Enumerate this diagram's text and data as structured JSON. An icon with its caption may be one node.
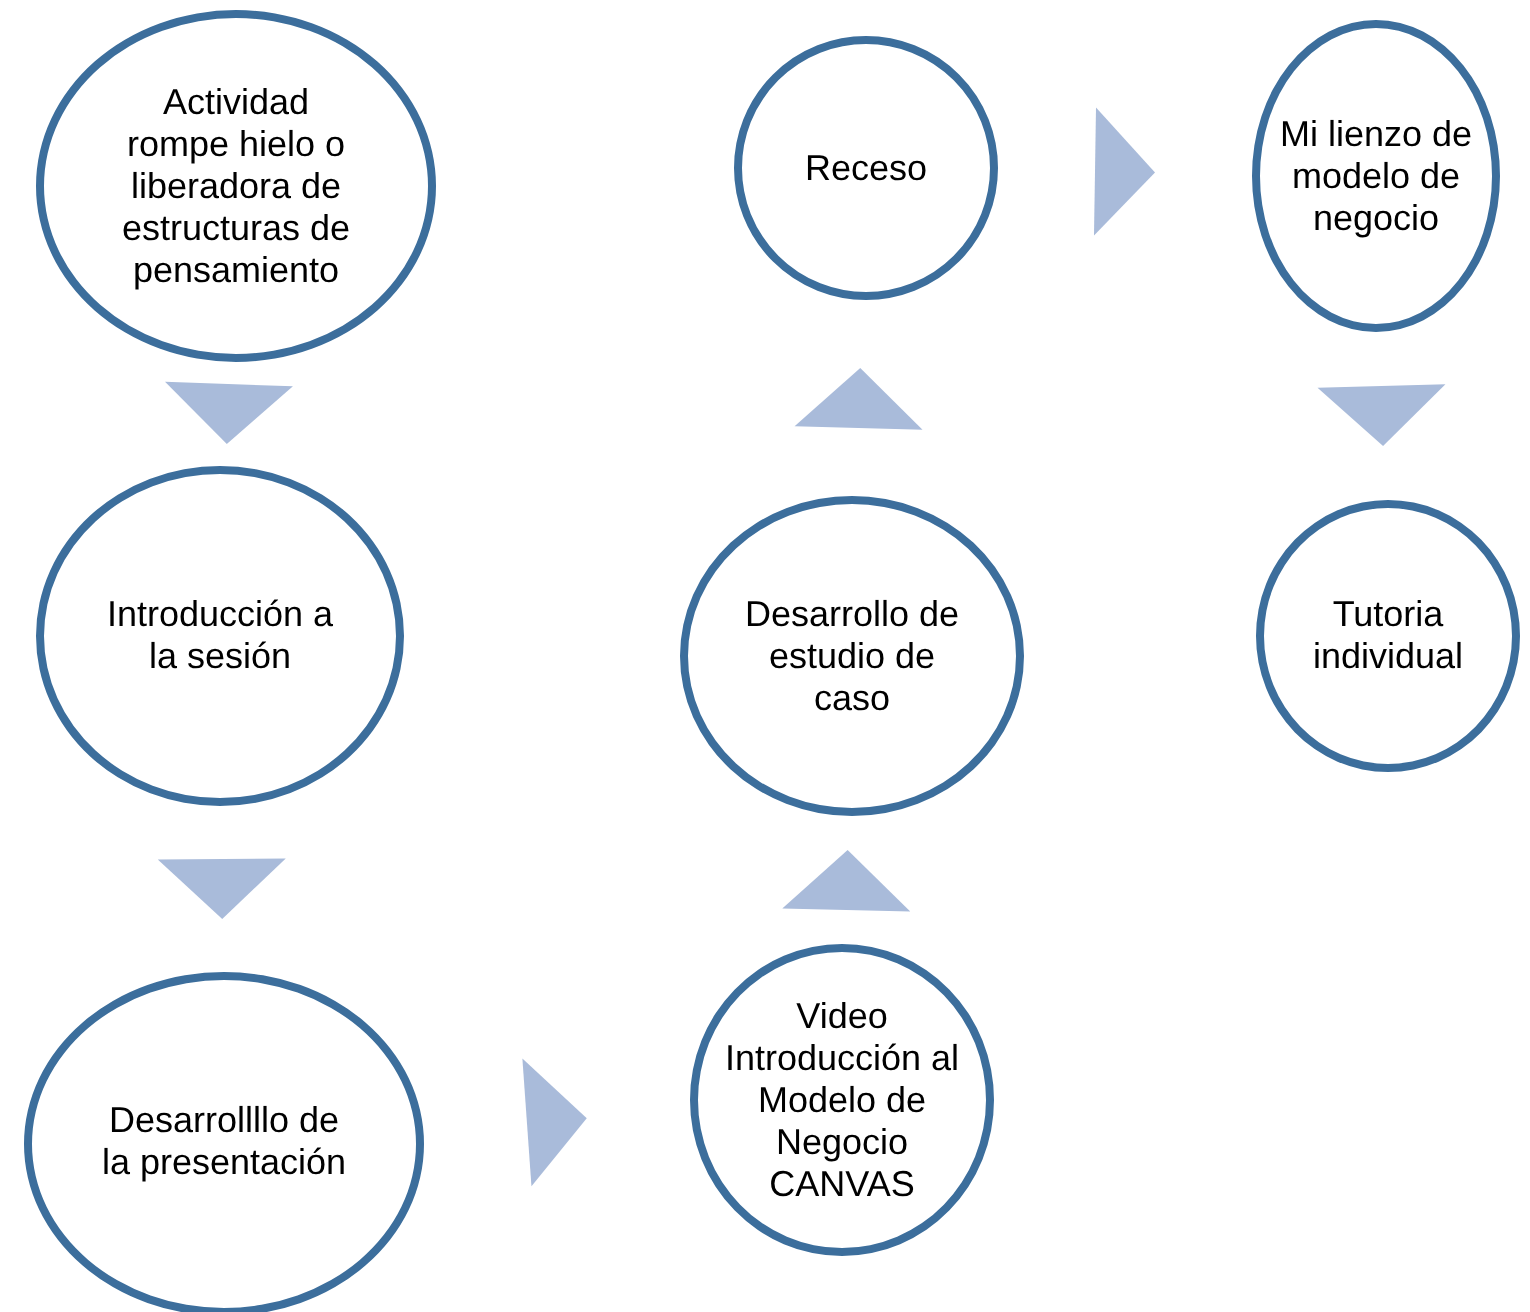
{
  "diagram": {
    "nodes": [
      {
        "text": [
          "Actividad rompe hielo o liberadora  de estructuras de pensamiento"
        ]
      },
      {
        "text": [
          "Introducción a la sesión"
        ]
      },
      {
        "text": [
          "Desarrollllo de la presentación"
        ]
      },
      {
        "text": [
          "Video Introducción al Modelo de Negocio CANVAS"
        ]
      },
      {
        "text": [
          "Desarrollo de estudio de caso"
        ]
      },
      {
        "text": [
          "Receso"
        ]
      },
      {
        "text": [
          "Mi lienzo de modelo de negocio"
        ]
      },
      {
        "text": [
          "Tutoria individual"
        ]
      }
    ],
    "edges": [
      {
        "from": 0,
        "to": 1,
        "arrow": "to"
      },
      {
        "from": 1,
        "to": 2,
        "arrow": "to"
      },
      {
        "from": 2,
        "to": 3,
        "arrow": "to"
      },
      {
        "from": 3,
        "to": 4,
        "arrow": "to"
      },
      {
        "from": 4,
        "to": 5,
        "arrow": "to"
      },
      {
        "from": 5,
        "to": 6,
        "arrow": "to"
      },
      {
        "from": 6,
        "to": 7,
        "arrow": "to"
      }
    ]
  }
}
